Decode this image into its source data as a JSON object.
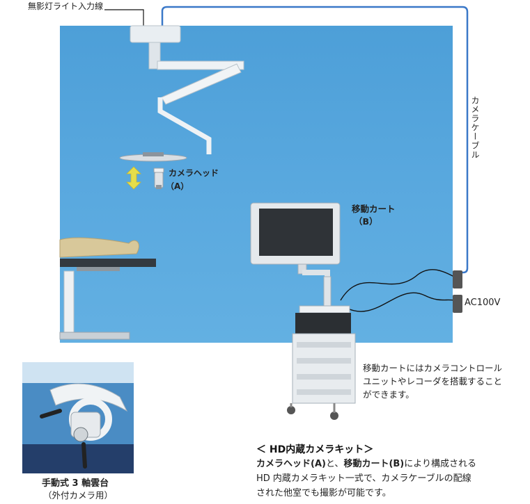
{
  "labels": {
    "light_input_line": "無影灯ライト入力線",
    "camera_cable": "カメラケーブル",
    "camera_head": "カメラヘッド",
    "camera_head_code": "（A）",
    "mobile_cart": "移動カート",
    "mobile_cart_code": "（B）",
    "ac": "AC100V"
  },
  "cart_note": [
    "移動カートにはカメラコントロール",
    "ユニットやレコーダを搭載すること",
    "ができます。"
  ],
  "kit": {
    "title": "＜ HD内蔵カメラキット＞",
    "line1_a": "カメラヘッド(A)",
    "line1_b": "と、",
    "line1_c": "移動カート(B)",
    "line1_d": "により構成される",
    "line2": "HD 内蔵カメラキット一式で、カメラケーブルの配線",
    "line3": "された他室でも撮影が可能です。"
  },
  "pan_head": {
    "title": "手動式 3 軸雲台",
    "subtitle": "（外付カメラ用）"
  }
}
